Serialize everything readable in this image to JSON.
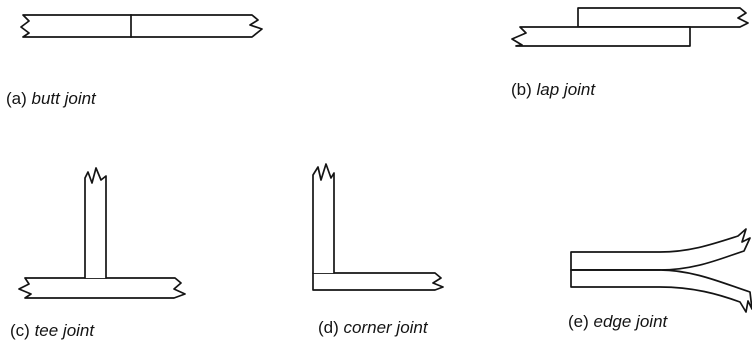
{
  "figures": [
    {
      "id": "a",
      "tag": "(a)",
      "name": "butt joint"
    },
    {
      "id": "b",
      "tag": "(b)",
      "name": "lap joint"
    },
    {
      "id": "c",
      "tag": "(c)",
      "name": "tee joint"
    },
    {
      "id": "d",
      "tag": "(d)",
      "name": "corner joint"
    },
    {
      "id": "e",
      "tag": "(e)",
      "name": "edge joint"
    }
  ]
}
